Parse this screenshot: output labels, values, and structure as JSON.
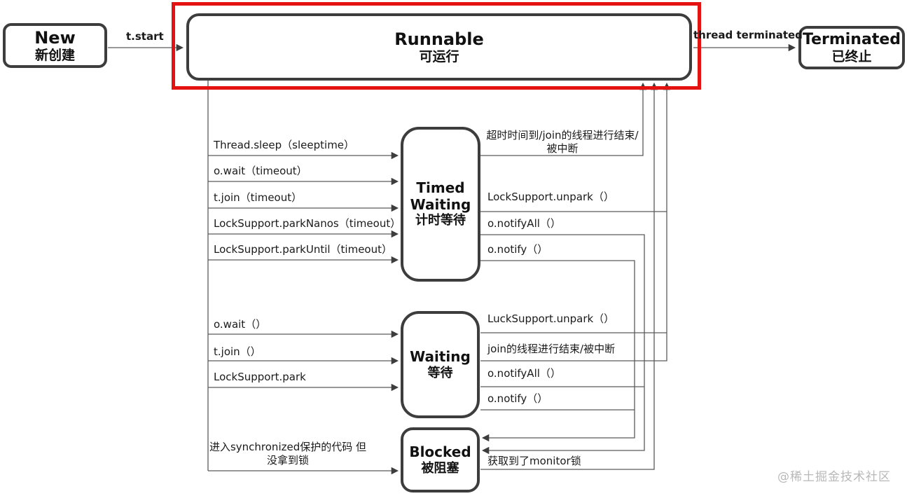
{
  "colors": {
    "highlight_red": "#e51212",
    "box_border": "#3d3d3d",
    "line": "#5a5a5a",
    "watermark": "#b8b8b8"
  },
  "states": {
    "new": {
      "title": "New",
      "subtitle": "新创建"
    },
    "runnable": {
      "title": "Runnable",
      "subtitle": "可运行"
    },
    "terminated": {
      "title": "Terminated",
      "subtitle": "已终止"
    },
    "timed_waiting": {
      "title": "Timed Waiting",
      "subtitle": "计时等待"
    },
    "waiting": {
      "title": "Waiting",
      "subtitle": "等待"
    },
    "blocked": {
      "title": "Blocked",
      "subtitle": "被阻塞"
    }
  },
  "edges": {
    "t_start": {
      "label": "t.start"
    },
    "thread_terminated": {
      "label": "thread terminated"
    },
    "runnable_to_timed": [
      "Thread.sleep（sleeptime）",
      "o.wait（timeout）",
      "t.join（timeout）",
      "LockSupport.parkNanos（timeout）",
      "LockSupport.parkUntil（timeout）"
    ],
    "timed_to_runnable": {
      "timeout": "超时时间到/join的线程进行结束/被中断",
      "unpark": "LockSupport.unpark（）"
    },
    "timed_to_blocked": {
      "notify_all": "o.notifyAll（）",
      "notify": "o.notify（）"
    },
    "runnable_to_waiting": [
      "o.wait（）",
      "t.join（）",
      "LockSupport.park"
    ],
    "waiting_to_runnable": {
      "unpark": "LuckSupport.unpark（）",
      "join_end": "join的线程进行结束/被中断"
    },
    "waiting_to_blocked": {
      "notify_all": "o.notifyAll（）",
      "notify": "o.notify（）"
    },
    "runnable_to_blocked": {
      "label": "进入synchronized保护的代码 但没拿到锁"
    },
    "blocked_to_runnable": {
      "label": "获取到了monitor锁"
    }
  },
  "watermark": "@稀土掘金技术社区"
}
